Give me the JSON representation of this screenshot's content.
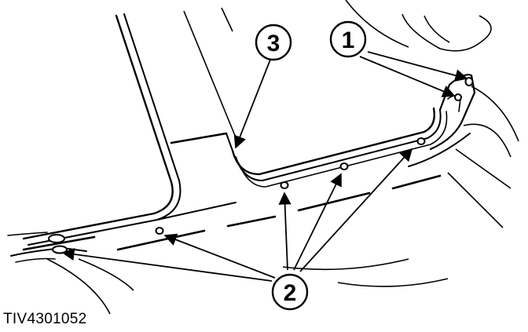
{
  "diagram": {
    "callouts": [
      {
        "id": "1",
        "label": "1"
      },
      {
        "id": "2",
        "label": "2"
      },
      {
        "id": "3",
        "label": "3"
      }
    ],
    "figure_code": "TIV4301052",
    "colors": {
      "ink": "#000000",
      "paper": "#ffffff"
    }
  }
}
